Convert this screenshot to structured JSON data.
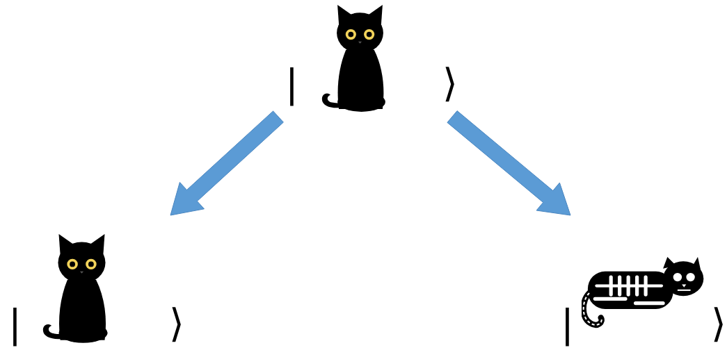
{
  "diagram": {
    "nodes": [
      {
        "text": [
          "|",
          "⟩"
        ]
      },
      {
        "text": [
          "|",
          "⟩"
        ]
      },
      {
        "text": [
          "|",
          "⟩"
        ]
      }
    ],
    "edges": [
      {
        "from": 0,
        "to": 1,
        "arrow": "to"
      },
      {
        "from": 0,
        "to": 2,
        "arrow": "to"
      }
    ]
  }
}
